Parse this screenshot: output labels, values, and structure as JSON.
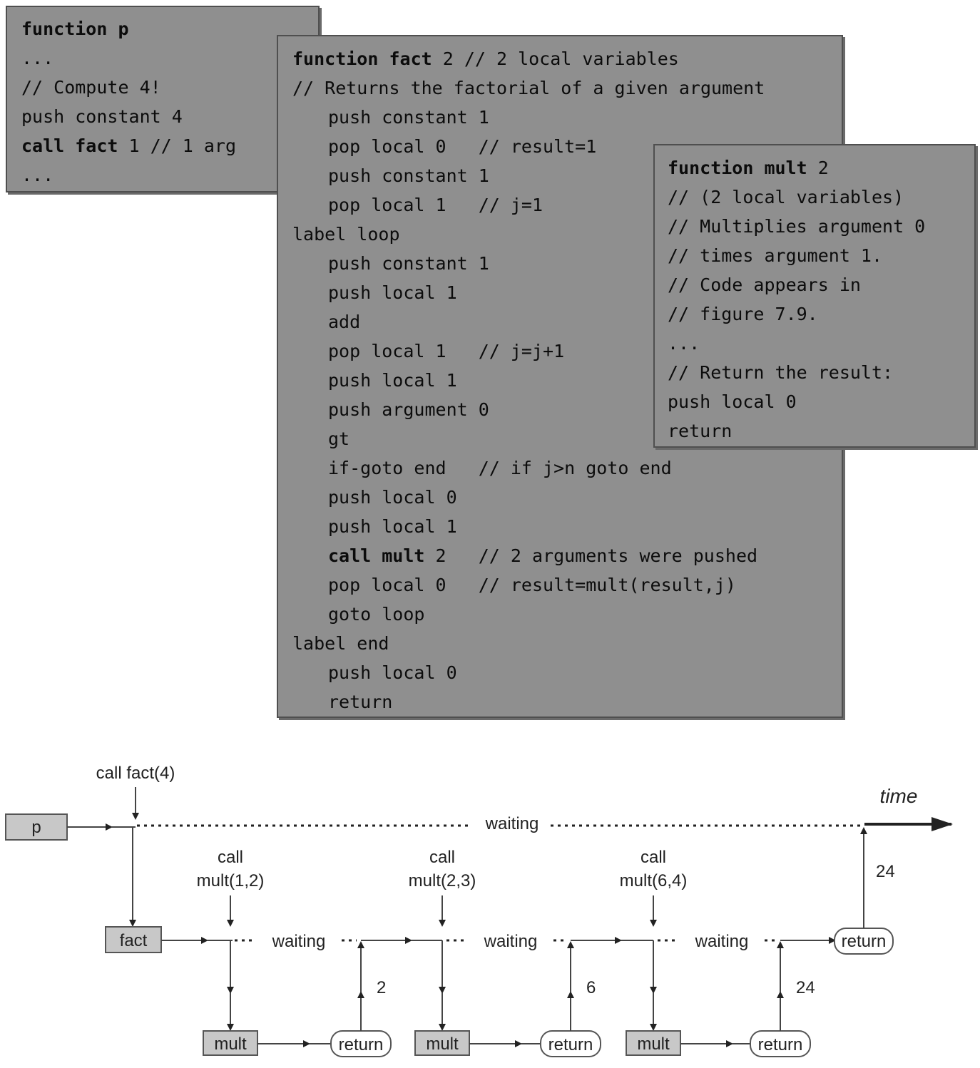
{
  "code_p": {
    "lines": [
      {
        "text": "function p",
        "bold": true
      },
      {
        "text": "...",
        "bold": false
      },
      {
        "text": "// Compute 4!",
        "bold": false
      },
      {
        "text": "push constant 4",
        "bold": false
      },
      {
        "text": "call fact 1 // 1 arg",
        "bold": "partial",
        "bold_prefix": "call fact"
      },
      {
        "text": "...",
        "bold": false
      }
    ]
  },
  "code_fact": {
    "lines": [
      {
        "text": "function fact 2 // 2 local variables",
        "bold_prefix": "function fact",
        "indent": 0
      },
      {
        "text": "// Returns the factorial of a given argument",
        "indent": 0
      },
      {
        "text": "push constant 1",
        "indent": 1
      },
      {
        "text": "pop local 0   // result=1",
        "indent": 1
      },
      {
        "text": "push constant 1",
        "indent": 1
      },
      {
        "text": "pop local 1   // j=1",
        "indent": 1
      },
      {
        "text": "label loop",
        "indent": 0
      },
      {
        "text": "push constant 1",
        "indent": 1
      },
      {
        "text": "push local 1",
        "indent": 1
      },
      {
        "text": "add",
        "indent": 1
      },
      {
        "text": "pop local 1   // j=j+1",
        "indent": 1
      },
      {
        "text": "push local 1",
        "indent": 1
      },
      {
        "text": "push argument 0",
        "indent": 1
      },
      {
        "text": "gt",
        "indent": 1
      },
      {
        "text": "if-goto end   // if j>n goto end",
        "indent": 1
      },
      {
        "text": "push local 0",
        "indent": 1
      },
      {
        "text": "push local 1",
        "indent": 1
      },
      {
        "text": "call mult 2   // 2 arguments were pushed",
        "bold_prefix": "call mult",
        "indent": 1
      },
      {
        "text": "pop local 0   // result=mult(result,j)",
        "indent": 1
      },
      {
        "text": "goto loop",
        "indent": 1
      },
      {
        "text": "label end",
        "indent": 0
      },
      {
        "text": "push local 0",
        "indent": 1
      },
      {
        "text": "return",
        "indent": 1
      }
    ]
  },
  "code_mult": {
    "lines": [
      {
        "text": "function mult 2",
        "bold_prefix": "function mult"
      },
      {
        "text": "// (2 local variables)"
      },
      {
        "text": "// Multiplies argument 0"
      },
      {
        "text": "// times argument 1."
      },
      {
        "text": "// Code appears in"
      },
      {
        "text": "// figure 7.9."
      },
      {
        "text": "..."
      },
      {
        "text": "// Return the result:"
      },
      {
        "text": "push local 0"
      },
      {
        "text": "return"
      }
    ]
  },
  "timeline": {
    "call_fact_label": "call fact(4)",
    "time_label": "time",
    "p_label": "p",
    "fact_label": "fact",
    "waiting_label": "waiting",
    "return_label": "return",
    "mult_label": "mult",
    "call_label": "call",
    "calls": [
      "mult(1,2)",
      "mult(2,3)",
      "mult(6,4)"
    ],
    "results": [
      "2",
      "6",
      "24"
    ],
    "final_result": "24"
  }
}
